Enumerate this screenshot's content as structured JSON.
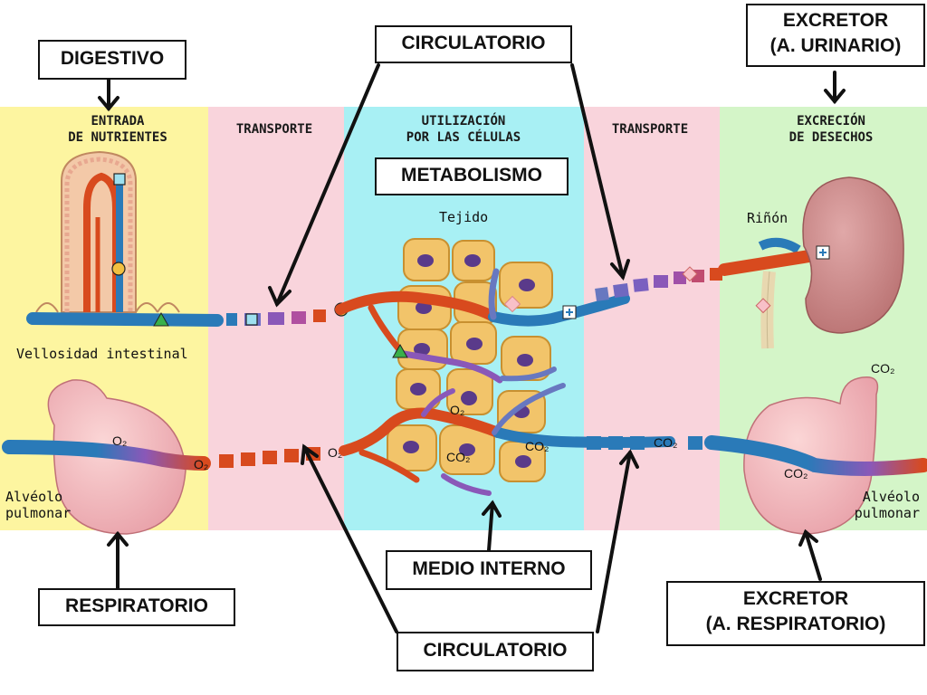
{
  "zones": {
    "entrada": "ENTRADA\nDE NUTRIENTES",
    "transporte_left": "TRANSPORTE",
    "utilizacion": "UTILIZACIÓN\nPOR LAS CÉLULAS",
    "transporte_right": "TRANSPORTE",
    "excrecion": "EXCRECIÓN\nDE DESECHOS"
  },
  "boxes": {
    "digestivo": "DIGESTIVO",
    "circulatorio_top": "CIRCULATORIO",
    "metabolismo": "METABOLISMO",
    "excretor_urinario_1": "EXCRETOR",
    "excretor_urinario_2": "(A. URINARIO)",
    "respiratorio": "RESPIRATORIO",
    "medio_interno": "MEDIO INTERNO",
    "circulatorio_bottom": "CIRCULATORIO",
    "excretor_respiratorio_1": "EXCRETOR",
    "excretor_respiratorio_2": "(A. RESPIRATORIO)"
  },
  "labels": {
    "tejido": "Tejido",
    "vellosidad": "Vellosidad intestinal",
    "rinon": "Riñón",
    "alveolo_left_1": "Alvéolo",
    "alveolo_left_2": "pulmonar",
    "alveolo_right_1": "Alvéolo",
    "alveolo_right_2": "pulmonar",
    "o2": "O₂",
    "co2": "CO₂"
  },
  "colors": {
    "zone_yellow": "#fdf5a0",
    "zone_pink": "#f9d4dc",
    "zone_cyan": "#a8f0f4",
    "zone_green": "#d4f5c8",
    "vessel_red": "#d84a1e",
    "vessel_blue": "#2a7ab8",
    "vessel_purple": "#8a58b8",
    "cell_fill": "#f2c46a",
    "nucleus": "#5a3a8a"
  }
}
